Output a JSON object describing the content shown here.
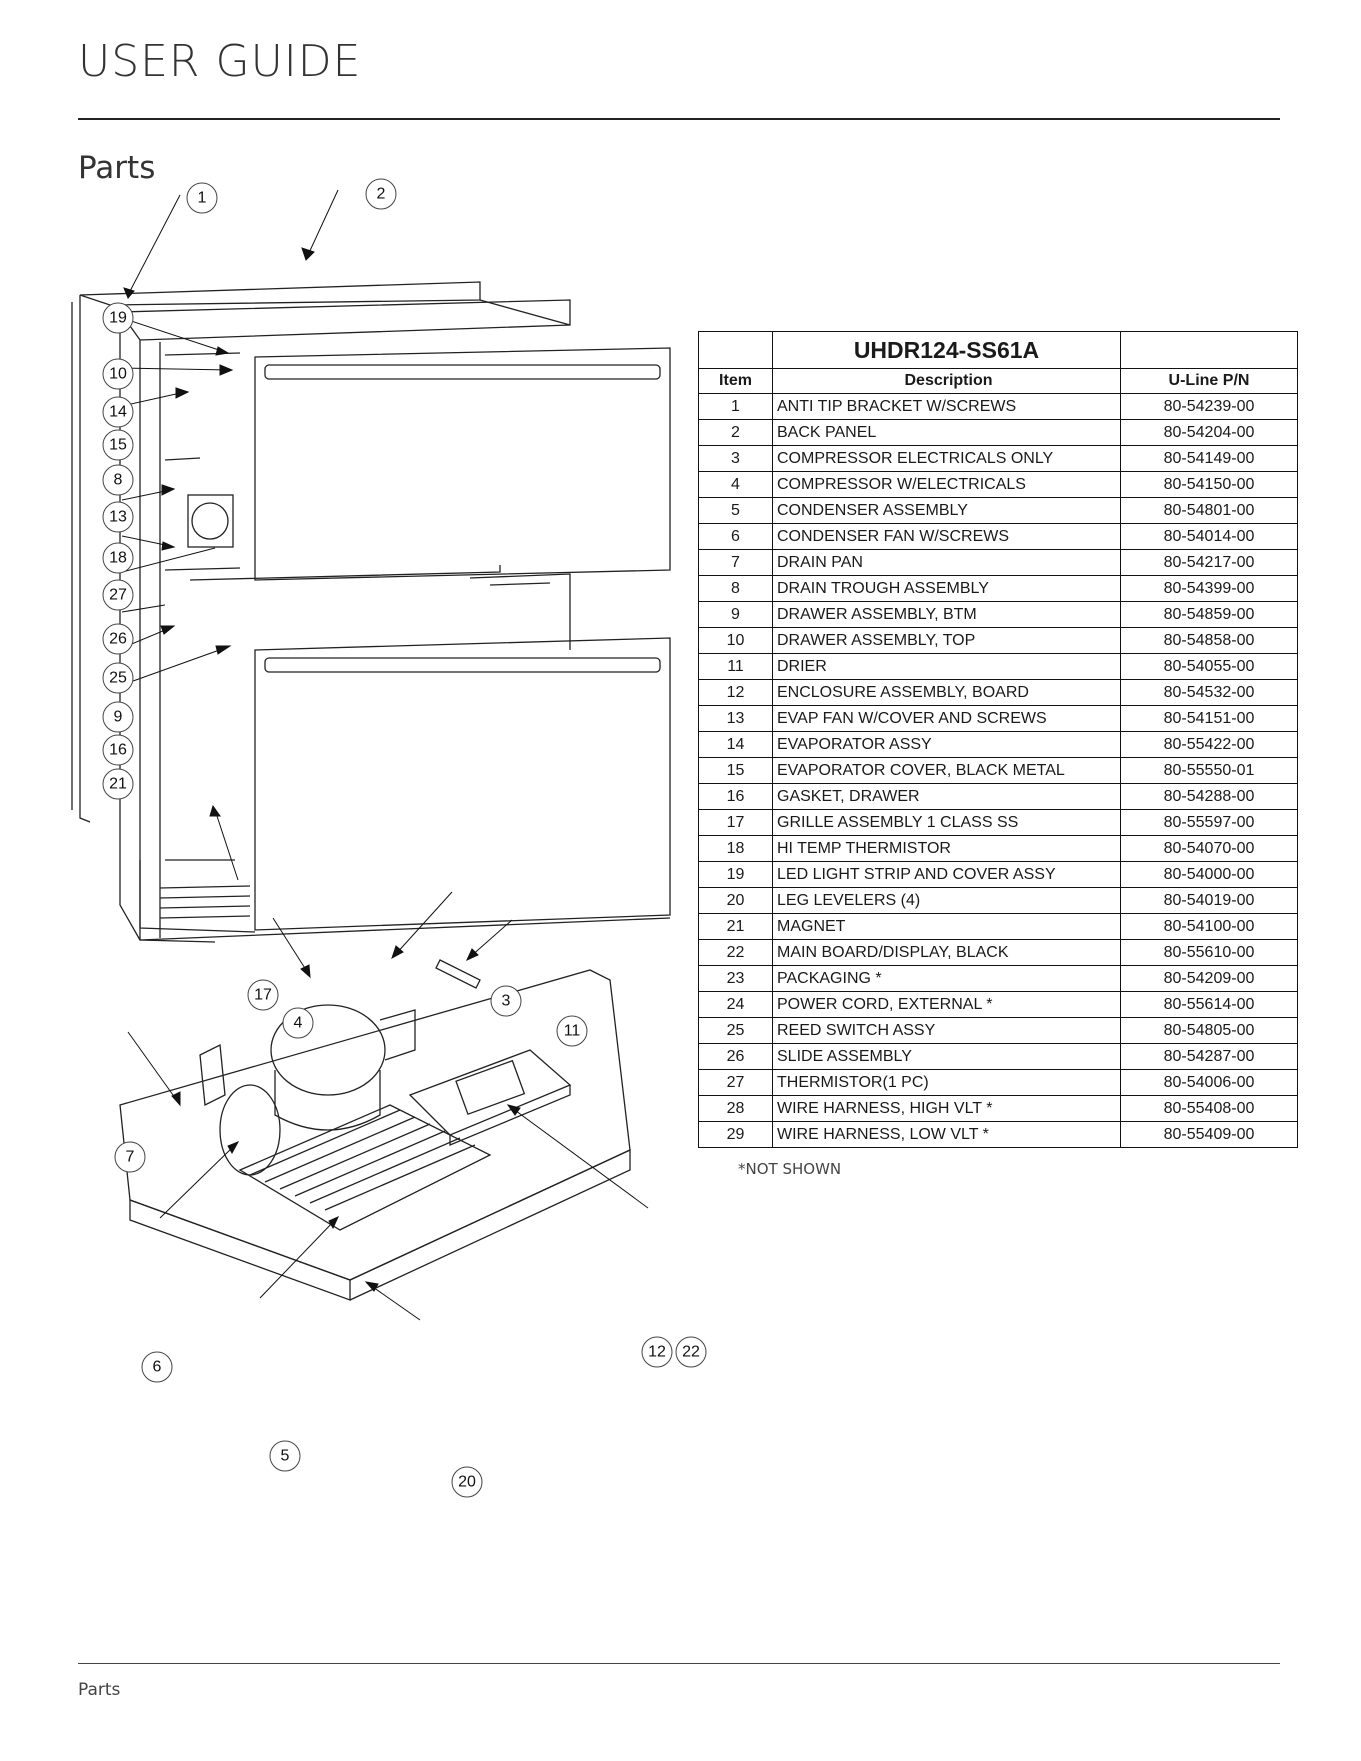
{
  "header": {
    "title": "USER GUIDE"
  },
  "section": {
    "title": "Parts"
  },
  "diagram": {
    "callouts": [
      "1",
      "2",
      "19",
      "10",
      "14",
      "15",
      "8",
      "13",
      "18",
      "27",
      "26",
      "25",
      "9",
      "16",
      "21",
      "17",
      "3",
      "4",
      "11",
      "7",
      "6",
      "12",
      "22",
      "5",
      "20"
    ]
  },
  "table": {
    "model": "UHDR124-SS61A",
    "headers": {
      "item": "Item",
      "description": "Description",
      "part_number": "U-Line P/N"
    },
    "rows": [
      {
        "item": "1",
        "description": "ANTI TIP BRACKET W/SCREWS",
        "part_number": "80-54239-00"
      },
      {
        "item": "2",
        "description": "BACK PANEL",
        "part_number": "80-54204-00"
      },
      {
        "item": "3",
        "description": "COMPRESSOR ELECTRICALS ONLY",
        "part_number": "80-54149-00"
      },
      {
        "item": "4",
        "description": "COMPRESSOR W/ELECTRICALS",
        "part_number": "80-54150-00"
      },
      {
        "item": "5",
        "description": "CONDENSER ASSEMBLY",
        "part_number": "80-54801-00"
      },
      {
        "item": "6",
        "description": "CONDENSER FAN W/SCREWS",
        "part_number": "80-54014-00"
      },
      {
        "item": "7",
        "description": "DRAIN PAN",
        "part_number": "80-54217-00"
      },
      {
        "item": "8",
        "description": "DRAIN TROUGH ASSEMBLY",
        "part_number": "80-54399-00"
      },
      {
        "item": "9",
        "description": "DRAWER ASSEMBLY, BTM",
        "part_number": "80-54859-00"
      },
      {
        "item": "10",
        "description": "DRAWER ASSEMBLY, TOP",
        "part_number": "80-54858-00"
      },
      {
        "item": "11",
        "description": "DRIER",
        "part_number": "80-54055-00"
      },
      {
        "item": "12",
        "description": "ENCLOSURE ASSEMBLY, BOARD",
        "part_number": "80-54532-00"
      },
      {
        "item": "13",
        "description": "EVAP FAN W/COVER AND SCREWS",
        "part_number": "80-54151-00"
      },
      {
        "item": "14",
        "description": "EVAPORATOR ASSY",
        "part_number": "80-55422-00"
      },
      {
        "item": "15",
        "description": "EVAPORATOR COVER, BLACK METAL",
        "part_number": "80-55550-01"
      },
      {
        "item": "16",
        "description": "GASKET, DRAWER",
        "part_number": "80-54288-00"
      },
      {
        "item": "17",
        "description": "GRILLE ASSEMBLY 1 CLASS SS",
        "part_number": "80-55597-00"
      },
      {
        "item": "18",
        "description": "HI TEMP THERMISTOR",
        "part_number": "80-54070-00"
      },
      {
        "item": "19",
        "description": "LED LIGHT STRIP AND COVER ASSY",
        "part_number": "80-54000-00"
      },
      {
        "item": "20",
        "description": "LEG LEVELERS (4)",
        "part_number": "80-54019-00"
      },
      {
        "item": "21",
        "description": "MAGNET",
        "part_number": "80-54100-00"
      },
      {
        "item": "22",
        "description": "MAIN BOARD/DISPLAY, BLACK",
        "part_number": "80-55610-00"
      },
      {
        "item": "23",
        "description": "PACKAGING *",
        "part_number": "80-54209-00"
      },
      {
        "item": "24",
        "description": "POWER CORD, EXTERNAL *",
        "part_number": "80-55614-00"
      },
      {
        "item": "25",
        "description": "REED SWITCH ASSY",
        "part_number": "80-54805-00"
      },
      {
        "item": "26",
        "description": "SLIDE ASSEMBLY",
        "part_number": "80-54287-00"
      },
      {
        "item": "27",
        "description": "THERMISTOR(1 PC)",
        "part_number": "80-54006-00"
      },
      {
        "item": "28",
        "description": "WIRE HARNESS, HIGH VLT *",
        "part_number": "80-55408-00"
      },
      {
        "item": "29",
        "description": "WIRE HARNESS, LOW VLT *",
        "part_number": "80-55409-00"
      }
    ],
    "footnote": "*NOT SHOWN"
  },
  "footer": {
    "label": "Parts"
  }
}
